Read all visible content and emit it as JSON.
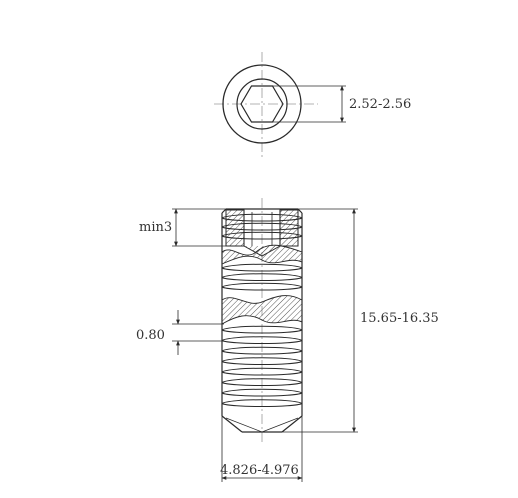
{
  "drawing": {
    "dimensions": {
      "hex_socket": "2.52-2.56",
      "min_depth": "min3",
      "pitch": "0.80",
      "length": "15.65-16.35",
      "diameter": "4.826-4.976"
    },
    "colors": {
      "line": "#2a2a2a",
      "hatch": "#555555",
      "centerline": "#9a9a9a",
      "background": "#ffffff"
    }
  }
}
